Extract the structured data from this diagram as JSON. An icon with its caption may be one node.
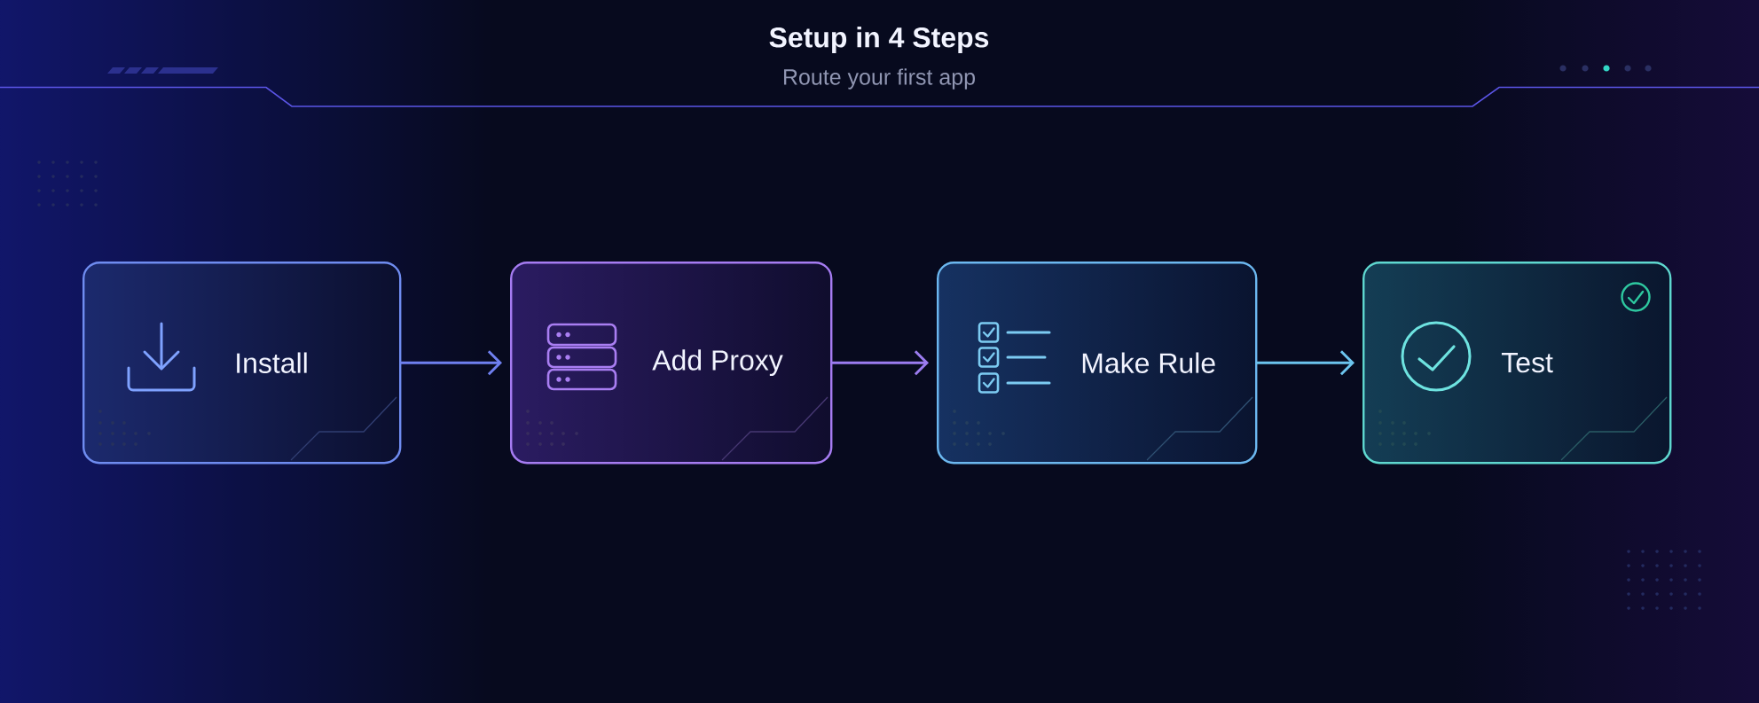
{
  "diagram": {
    "title": "Setup in 4 Steps",
    "nodes": [
      {
        "text": [
          "Install"
        ]
      },
      {
        "text": [
          "Add Proxy"
        ]
      },
      {
        "text": [
          "Make Rule"
        ]
      },
      {
        "text": [
          "Test"
        ]
      }
    ],
    "edges": [
      {
        "from": 0,
        "to": 1,
        "arrow": "to",
        "color": "#6f80f0"
      },
      {
        "from": 1,
        "to": 2,
        "arrow": "to",
        "color": "#9b7cf0"
      },
      {
        "from": 2,
        "to": 3,
        "arrow": "to",
        "color": "#6cc4ee"
      }
    ],
    "labels": [
      "Route your first app"
    ]
  }
}
